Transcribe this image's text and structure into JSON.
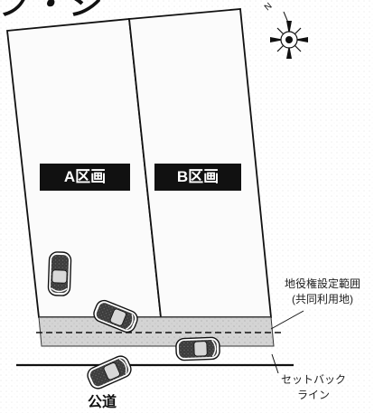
{
  "heading_fragment": "ブ・ジ",
  "compass": {
    "north_marker": "N",
    "icon": "compass-rose"
  },
  "lots": [
    {
      "label": "A区画"
    },
    {
      "label": "B区画"
    }
  ],
  "easement_note": {
    "line1": "地役権設定範囲",
    "line2": "(共同利用地)"
  },
  "setback_note": {
    "line1": "セットバック",
    "line2": "ライン"
  },
  "road_label": "公道",
  "colors": {
    "ink": "#111111",
    "easement_fill": "#d4d4d4",
    "car_body": "#3a3a3a"
  }
}
